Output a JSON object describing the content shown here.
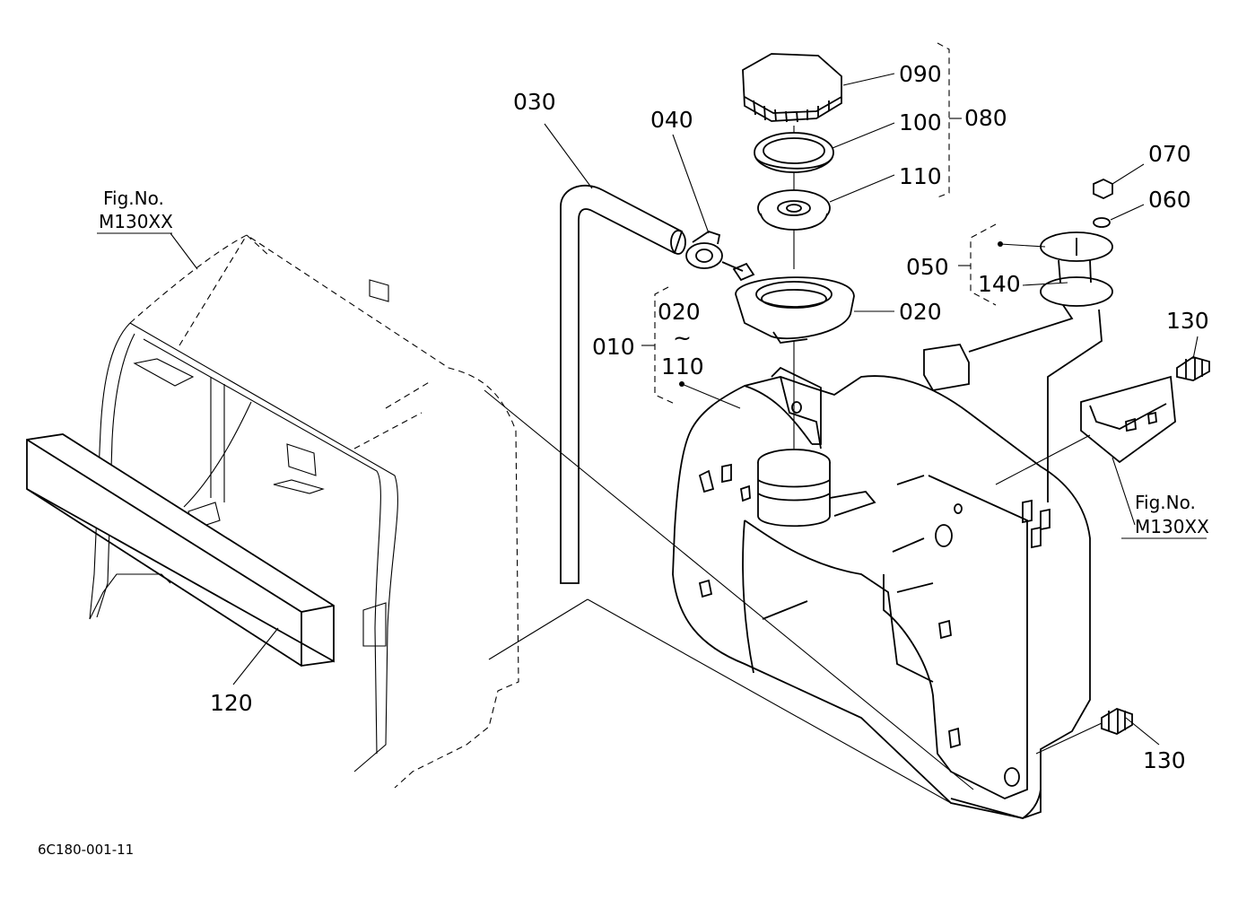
{
  "callouts": {
    "c010": "010",
    "c020_range": "020",
    "c_tilde": "~",
    "c110_range": "110",
    "c020": "020",
    "c030": "030",
    "c040": "040",
    "c050": "050",
    "c060": "060",
    "c070": "070",
    "c080": "080",
    "c090": "090",
    "c100": "100",
    "c110": "110",
    "c120": "120",
    "c130_top": "130",
    "c130_bottom": "130",
    "c140": "140"
  },
  "references": {
    "left_fig": "Fig.No.",
    "left_code": "M130XX",
    "right_fig": "Fig.No.",
    "right_code": "M130XX"
  },
  "diagram_code": "6C180-001-11"
}
